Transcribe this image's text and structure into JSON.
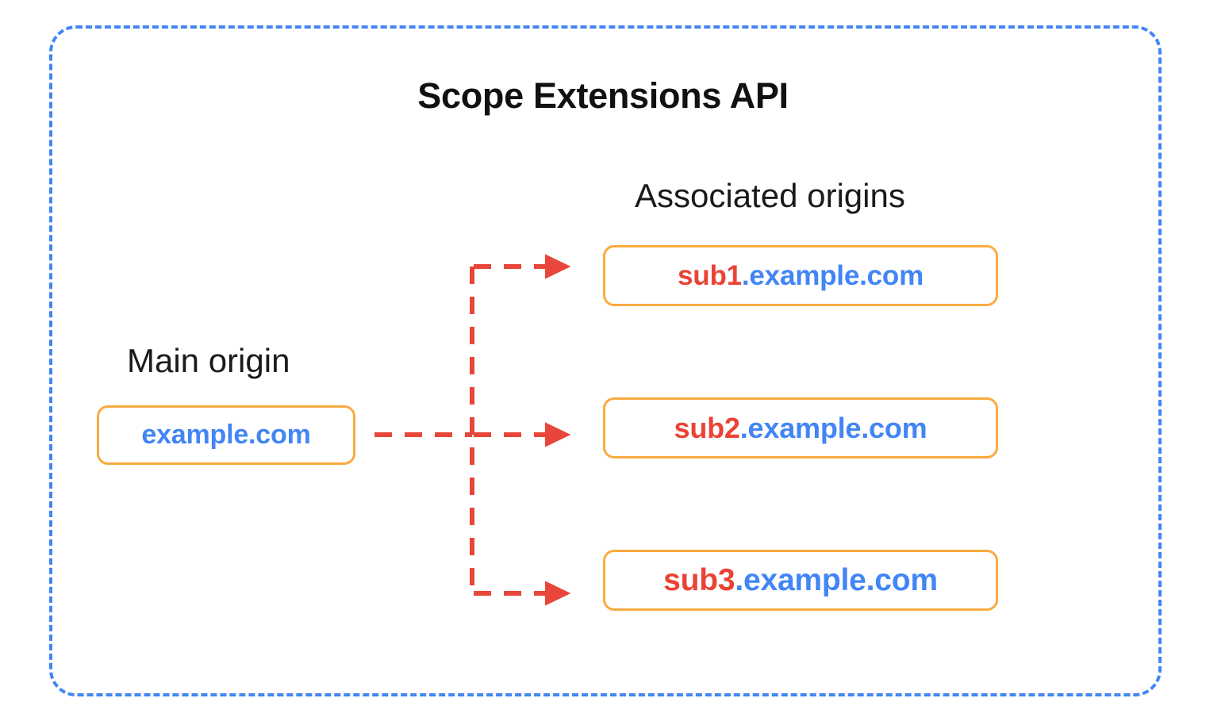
{
  "diagram": {
    "title": "Scope Extensions API",
    "frame": {
      "style": "dashed",
      "color": "#4285F4"
    },
    "labels": {
      "main_origin": "Main origin",
      "associated_origins": "Associated origins"
    },
    "main_origin": {
      "sub_label": "",
      "domain_label": "example.com",
      "border_color": "#F9AB40",
      "domain_color": "#4285F4"
    },
    "associated_origins": [
      {
        "sub_label": "sub1",
        "domain_label": ".example.com",
        "full": "sub1.example.com",
        "border_color": "#F9AB40",
        "sub_color": "#EA4335",
        "domain_color": "#4285F4"
      },
      {
        "sub_label": "sub2",
        "domain_label": ".example.com",
        "full": "sub2.example.com",
        "border_color": "#F9AB40",
        "sub_color": "#EA4335",
        "domain_color": "#4285F4"
      },
      {
        "sub_label": "sub3",
        "domain_label": ".example.com",
        "full": "sub3.example.com",
        "border_color": "#F9AB40",
        "sub_color": "#EA4335",
        "domain_color": "#4285F4"
      }
    ],
    "connectors": {
      "style": "dashed-arrow",
      "color": "#E8463A",
      "count": 3
    }
  }
}
